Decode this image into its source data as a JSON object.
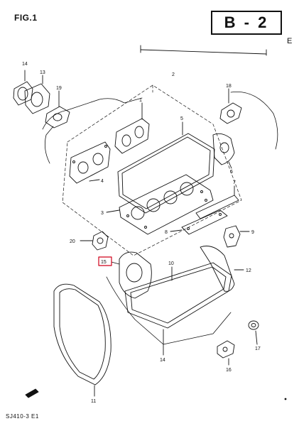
{
  "header": {
    "figure_label": "FIG.1",
    "section_code": "B - 2",
    "section_suffix": "E"
  },
  "footer": {
    "model_code": "SJ410-3 E1"
  },
  "callouts": {
    "c1": "1",
    "c2": "2",
    "c3": "3",
    "c4": "4",
    "c5": "5",
    "c6": "6",
    "c7": "7",
    "c8": "8",
    "c9": "9",
    "c10": "10",
    "c11": "11",
    "c12": "12",
    "c13": "13",
    "c14": "14",
    "c15": "15",
    "c16": "16",
    "c17": "17",
    "c18": "18",
    "c19": "19",
    "c20": "20"
  },
  "highlighted_callout": "15",
  "colors": {
    "ink": "#111111",
    "highlight": "#d0021b"
  }
}
